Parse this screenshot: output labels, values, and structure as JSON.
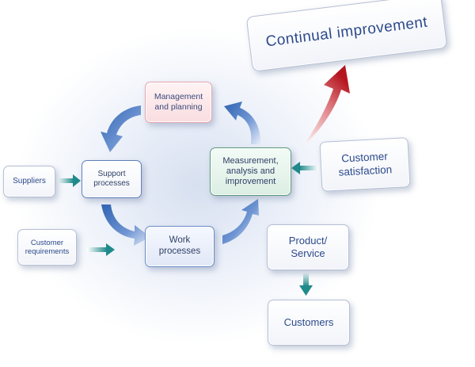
{
  "diagram": {
    "continual_improvement": "Continual improvement",
    "management": "Management\nand planning",
    "support": "Support\nprocesses",
    "suppliers": "Suppliers",
    "customer_requirements": "Customer\nrequirements",
    "work": "Work\nprocesses",
    "measurement": "Measurement,\nanalysis and\nimprovement",
    "customer_satisfaction": "Customer\nsatisfaction",
    "product_service": "Product/\nService",
    "customers": "Customers"
  },
  "colors": {
    "text": "#2c4a8c",
    "cycle_arrow": "#3a6db8",
    "teal_arrow": "#1f8a8a",
    "red_arrow": "#c0202a"
  }
}
